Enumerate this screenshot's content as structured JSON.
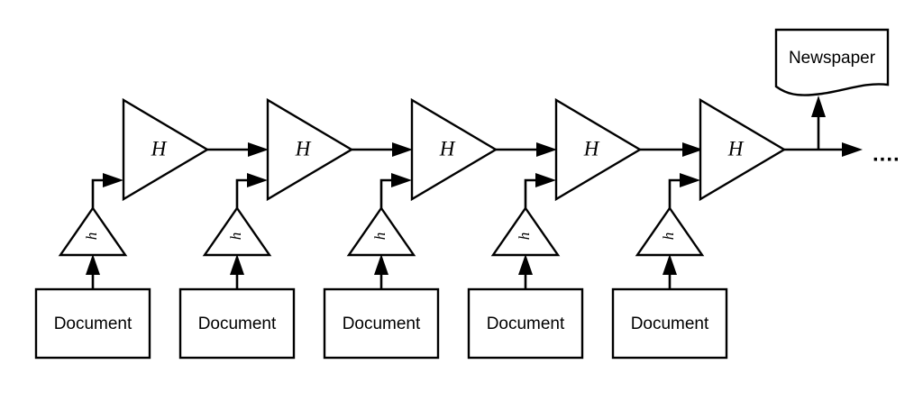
{
  "diagram": {
    "type": "block-flow",
    "title": "",
    "background_color": "#ffffff",
    "line_color": "#000000",
    "stages": [
      {
        "index": 0,
        "encoder_label": "h",
        "aggregator_label": "H",
        "source_label": "Document"
      },
      {
        "index": 1,
        "encoder_label": "h",
        "aggregator_label": "H",
        "source_label": "Document"
      },
      {
        "index": 2,
        "encoder_label": "h",
        "aggregator_label": "H",
        "source_label": "Document"
      },
      {
        "index": 3,
        "encoder_label": "h",
        "aggregator_label": "H",
        "source_label": "Document"
      },
      {
        "index": 4,
        "encoder_label": "h",
        "aggregator_label": "H",
        "source_label": "Document"
      }
    ],
    "output": {
      "label": "Newspaper",
      "shape": "document-wavy-bottom"
    },
    "continuation": {
      "label": "...."
    }
  }
}
